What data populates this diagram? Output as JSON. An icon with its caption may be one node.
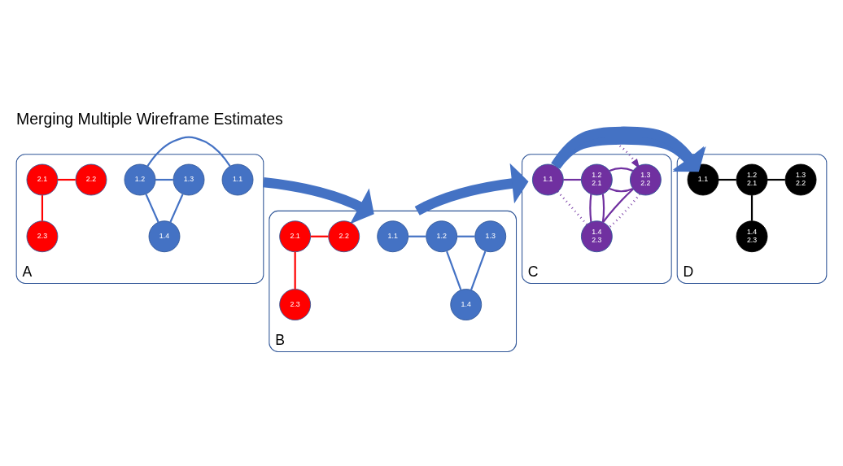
{
  "diagram": {
    "title": "Merging Multiple Wireframe Estimates",
    "nodes": [
      {
        "text": [
          "A"
        ]
      },
      {
        "text": [
          "1.1"
        ],
        "in": 0
      },
      {
        "text": [
          "1.2"
        ],
        "in": 0
      },
      {
        "text": [
          "1.3"
        ],
        "in": 0
      },
      {
        "text": [
          "1.4"
        ],
        "in": 0
      },
      {
        "text": [
          "2.1"
        ],
        "in": 0
      },
      {
        "text": [
          "2.2"
        ],
        "in": 0
      },
      {
        "text": [
          "2.3"
        ],
        "in": 0
      },
      {
        "text": [
          "B"
        ]
      },
      {
        "text": [
          "1.1"
        ],
        "in": 8
      },
      {
        "text": [
          "1.2"
        ],
        "in": 8
      },
      {
        "text": [
          "1.3"
        ],
        "in": 8
      },
      {
        "text": [
          "1.4"
        ],
        "in": 8
      },
      {
        "text": [
          "2.1"
        ],
        "in": 8
      },
      {
        "text": [
          "2.2"
        ],
        "in": 8
      },
      {
        "text": [
          "2.3"
        ],
        "in": 8
      },
      {
        "text": [
          "C"
        ]
      },
      {
        "text": [
          "1.1"
        ],
        "in": 16
      },
      {
        "text": [
          "1.2",
          "2.1"
        ],
        "in": 16
      },
      {
        "text": [
          "1.3",
          "2.2"
        ],
        "in": 16
      },
      {
        "text": [
          "1.4",
          "2.3"
        ],
        "in": 16
      },
      {
        "text": [
          "D"
        ]
      },
      {
        "text": [
          "1.1"
        ],
        "in": 21
      },
      {
        "text": [
          "1.2",
          "2.1"
        ],
        "in": 21
      },
      {
        "text": [
          "1.3",
          "2.2"
        ],
        "in": 21
      },
      {
        "text": [
          "1.4",
          "2.3"
        ],
        "in": 21
      }
    ],
    "edges": [
      {
        "from": 1,
        "to": 2,
        "arrow": "none",
        "color": "#4472c4"
      },
      {
        "from": 2,
        "to": 3,
        "arrow": "none",
        "color": "#4472c4"
      },
      {
        "from": 2,
        "to": 4,
        "arrow": "none",
        "color": "#4472c4"
      },
      {
        "from": 3,
        "to": 4,
        "arrow": "none",
        "color": "#4472c4"
      },
      {
        "from": 5,
        "to": 6,
        "arrow": "none",
        "color": "#ff0000"
      },
      {
        "from": 5,
        "to": 7,
        "arrow": "none",
        "color": "#ff0000"
      },
      {
        "from": 9,
        "to": 10,
        "arrow": "none",
        "color": "#4472c4"
      },
      {
        "from": 10,
        "to": 11,
        "arrow": "none",
        "color": "#4472c4"
      },
      {
        "from": 10,
        "to": 12,
        "arrow": "none",
        "color": "#4472c4"
      },
      {
        "from": 11,
        "to": 12,
        "arrow": "none",
        "color": "#4472c4"
      },
      {
        "from": 13,
        "to": 14,
        "arrow": "none",
        "color": "#ff0000"
      },
      {
        "from": 13,
        "to": 15,
        "arrow": "none",
        "color": "#ff0000"
      },
      {
        "from": 17,
        "to": 18,
        "arrow": "none",
        "color": "#7030a0"
      },
      {
        "from": 18,
        "to": 19,
        "arrow": "none",
        "color": "#7030a0"
      },
      {
        "from": 18,
        "to": 19,
        "arrow": "none",
        "color": "#7030a0"
      },
      {
        "from": 18,
        "to": 20,
        "arrow": "none",
        "color": "#7030a0"
      },
      {
        "from": 18,
        "to": 20,
        "arrow": "none",
        "color": "#7030a0"
      },
      {
        "from": 19,
        "to": 20,
        "arrow": "none",
        "color": "#7030a0"
      },
      {
        "from": 19,
        "to": 20,
        "arrow": "none",
        "style": "dashed",
        "color": "#7030a0"
      },
      {
        "from": 17,
        "to": 19,
        "arrow": "to",
        "style": "dashed",
        "color": "#7030a0"
      },
      {
        "from": 17,
        "to": 20,
        "arrow": "none",
        "style": "dashed",
        "color": "#7030a0"
      },
      {
        "from": 22,
        "to": 23,
        "arrow": "none",
        "color": "#000000"
      },
      {
        "from": 23,
        "to": 24,
        "arrow": "none",
        "color": "#000000"
      },
      {
        "from": 23,
        "to": 25,
        "arrow": "none",
        "color": "#000000"
      },
      {
        "from": 0,
        "to": 8,
        "arrow": "to",
        "style": "thick",
        "color": "#4472c4"
      },
      {
        "from": 8,
        "to": 16,
        "arrow": "to",
        "style": "thick",
        "color": "#4472c4"
      },
      {
        "from": 16,
        "to": 21,
        "arrow": "to",
        "style": "thick",
        "color": "#4472c4"
      }
    ]
  }
}
